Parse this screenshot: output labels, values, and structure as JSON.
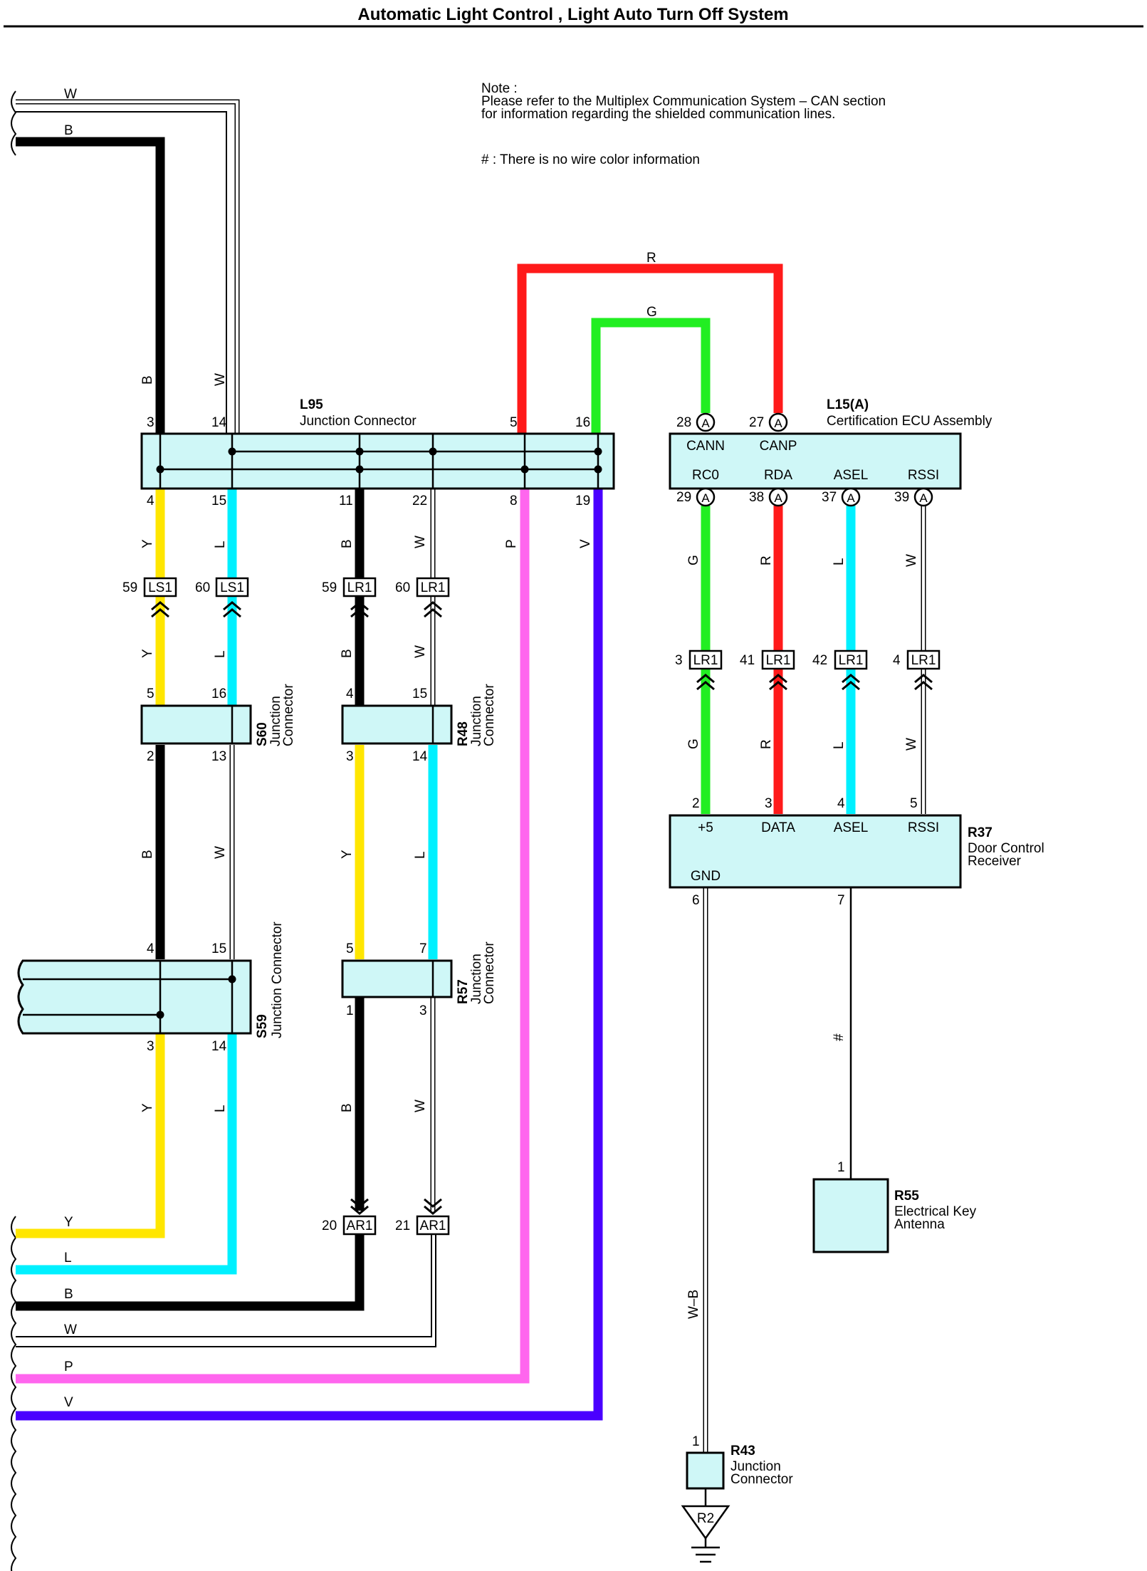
{
  "title": "Automatic Light Control , Light Auto Turn Off System",
  "note": {
    "line1": "Note :",
    "line2": "Please refer to the Multiplex Communication System – CAN section",
    "line3": "for information regarding the shielded communication lines.",
    "line4": "# : There is no wire color information"
  },
  "colors": {
    "B": "#000000",
    "W": "#777777",
    "Y": "#ffe600",
    "L": "#00f0ff",
    "R": "#ff1a1a",
    "G": "#22ee22",
    "P": "#ff66ee",
    "V": "#4a00ff",
    "box_fill": "#cff7f7"
  },
  "wire_letters": {
    "W": "W",
    "B": "B",
    "Y": "Y",
    "L": "L",
    "R": "R",
    "G": "G",
    "P": "P",
    "V": "V",
    "WB": "W–B",
    "none": "#"
  },
  "components": {
    "L95": {
      "code": "L95",
      "name": "Junction Connector"
    },
    "L15": {
      "code": "L15(A)",
      "name": "Certification ECU Assembly",
      "pins": [
        "CANN",
        "CANP",
        "RC0",
        "RDA",
        "ASEL",
        "RSSI"
      ],
      "side": "A"
    },
    "S60": {
      "code": "S60",
      "name1": "Junction",
      "name2": "Connector"
    },
    "R48": {
      "code": "R48",
      "name1": "Junction",
      "name2": "Connector"
    },
    "S59": {
      "code": "S59",
      "name": "Junction Connector"
    },
    "R57": {
      "code": "R57",
      "name1": "Junction",
      "name2": "Connector"
    },
    "R37": {
      "code": "R37",
      "name1": "Door Control",
      "name2": "Receiver",
      "pins": [
        "+5",
        "DATA",
        "ASEL",
        "RSSI",
        "GND"
      ]
    },
    "R55": {
      "code": "R55",
      "name1": "Electrical Key",
      "name2": "Antenna"
    },
    "R43": {
      "code": "R43",
      "name1": "Junction",
      "name2": "Connector"
    },
    "ground": {
      "code": "R2"
    }
  },
  "connector_labels": {
    "LS1": "LS1",
    "LR1": "LR1",
    "AR1": "AR1"
  },
  "pin_numbers": {
    "p1": "1",
    "p2": "2",
    "p3": "3",
    "p4": "4",
    "p5": "5",
    "p6": "6",
    "p7": "7",
    "p8": "8",
    "p11": "11",
    "p13": "13",
    "p14": "14",
    "p15": "15",
    "p16": "16",
    "p19": "19",
    "p20": "20",
    "p21": "21",
    "p22": "22",
    "p27": "27",
    "p28": "28",
    "p29": "29",
    "p37": "37",
    "p38": "38",
    "p39": "39",
    "p41": "41",
    "p42": "42",
    "p59": "59",
    "p60": "60"
  }
}
